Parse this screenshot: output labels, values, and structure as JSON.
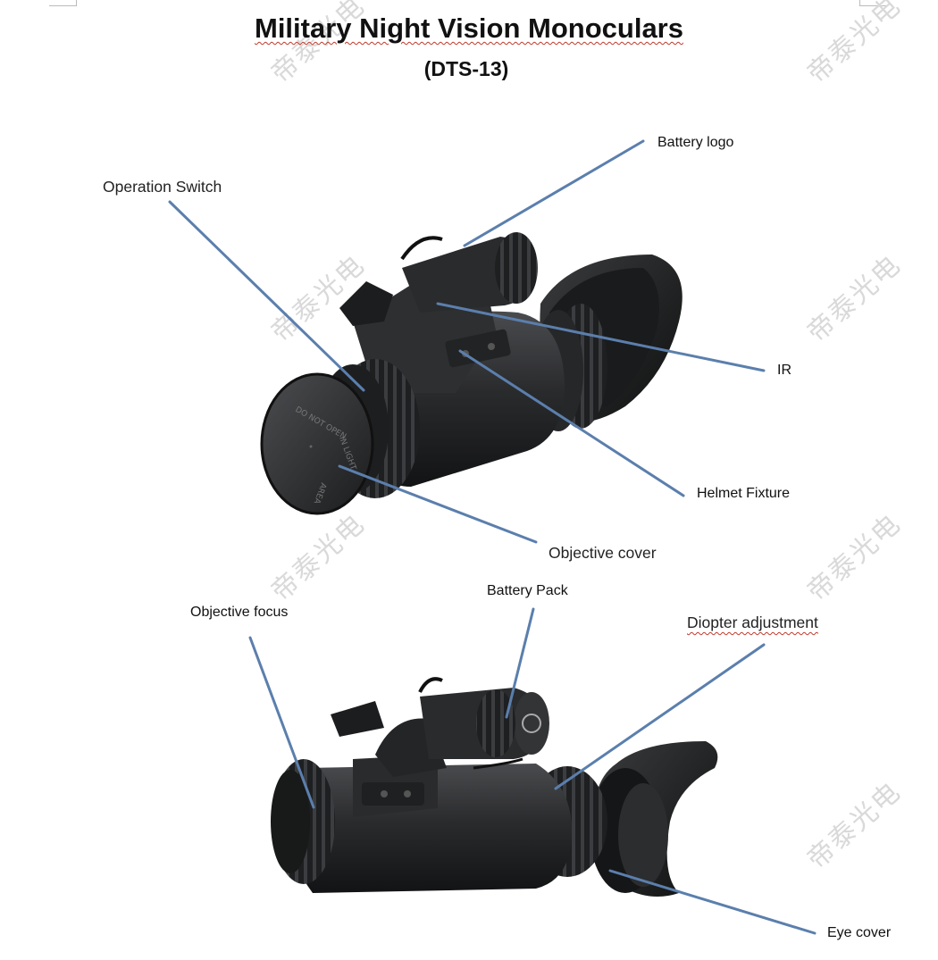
{
  "header": {
    "title": "Military Night Vision Monoculars",
    "subtitle": "(DTS-13)"
  },
  "labels": {
    "battery_logo": "Battery logo",
    "operation_switch": "Operation Switch",
    "ir": "IR",
    "helmet_fixture": "Helmet Fixture",
    "objective_cover": "Objective cover",
    "battery_pack": "Battery Pack",
    "objective_focus": "Objective focus",
    "diopter_adjustment": "Diopter adjustment",
    "eye_cover": "Eye cover"
  },
  "cover_text": [
    "DO NOT OPEN",
    "IN LIGHT",
    "AREA"
  ],
  "watermark_text": "帝泰光电",
  "colors": {
    "leader_line": "#5b7fad",
    "device_body": "#2b2c2e",
    "device_dark": "#161718",
    "watermark": "#d9d9d9"
  }
}
